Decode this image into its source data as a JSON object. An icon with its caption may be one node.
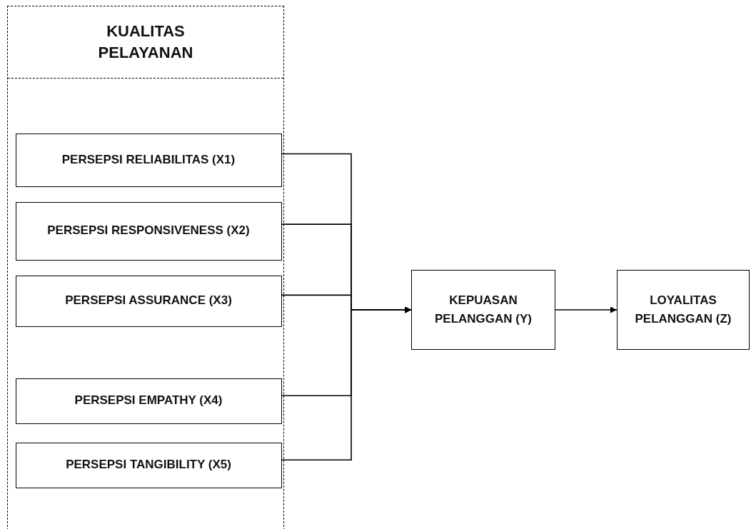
{
  "diagram": {
    "nodes": [
      {
        "text": [
          "KUALITAS PELAYANAN"
        ]
      },
      {
        "text": [
          "PERSEPSI RELIABILITAS (X1)"
        ],
        "in": 0
      },
      {
        "text": [
          "PERSEPSI RESPONSIVENESS (X2)"
        ],
        "in": 0
      },
      {
        "text": [
          "PERSEPSI ASSURANCE (X3)"
        ],
        "in": 0
      },
      {
        "text": [
          "PERSEPSI EMPATHY (X4)"
        ],
        "in": 0
      },
      {
        "text": [
          "PERSEPSI TANGIBILITY (X5)"
        ],
        "in": 0
      },
      {
        "text": [
          "KEPUASAN PELANGGAN (Y)"
        ]
      },
      {
        "text": [
          "LOYALITAS PELANGGAN (Z)"
        ]
      }
    ],
    "edges": [
      {
        "from": 1,
        "to": 6,
        "arrow": "to"
      },
      {
        "from": 2,
        "to": 6,
        "arrow": "to"
      },
      {
        "from": 3,
        "to": 6,
        "arrow": "to"
      },
      {
        "from": 4,
        "to": 6,
        "arrow": "to"
      },
      {
        "from": 5,
        "to": 6,
        "arrow": "to"
      },
      {
        "from": 6,
        "to": 7,
        "arrow": "to"
      }
    ]
  }
}
